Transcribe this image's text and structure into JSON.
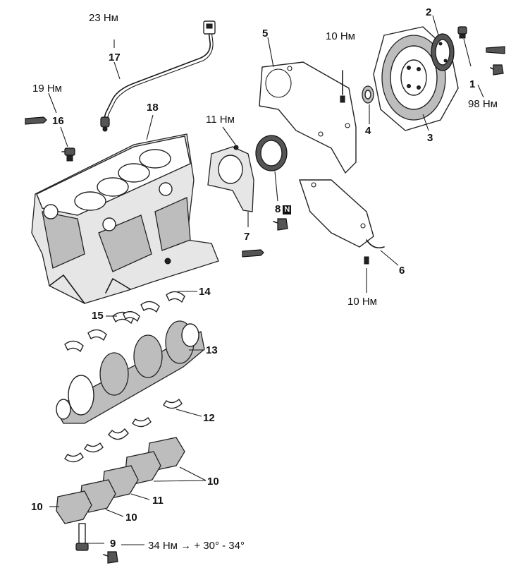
{
  "labels": {
    "l1": "1",
    "l2": "2",
    "l3": "3",
    "l4": "4",
    "l5": "5",
    "l6": "6",
    "l7": "7",
    "l8": "8",
    "l8_badge": "N",
    "l9": "9",
    "l10a": "10",
    "l10b": "10",
    "l10c": "10",
    "l11": "11",
    "l12": "12",
    "l13": "13",
    "l14": "14",
    "l15": "15",
    "l16": "16",
    "l17": "17",
    "l18": "18"
  },
  "torques": {
    "t17": "23 Нм",
    "t16": "19 Нм",
    "t7": "11 Нм",
    "t5": "10 Нм",
    "t1": "98 Нм",
    "t6": "10 Нм",
    "t9": "34 Нм → + 30° - 34°"
  },
  "icons": [
    "sealant-tube-icon",
    "oil-can-icon"
  ]
}
